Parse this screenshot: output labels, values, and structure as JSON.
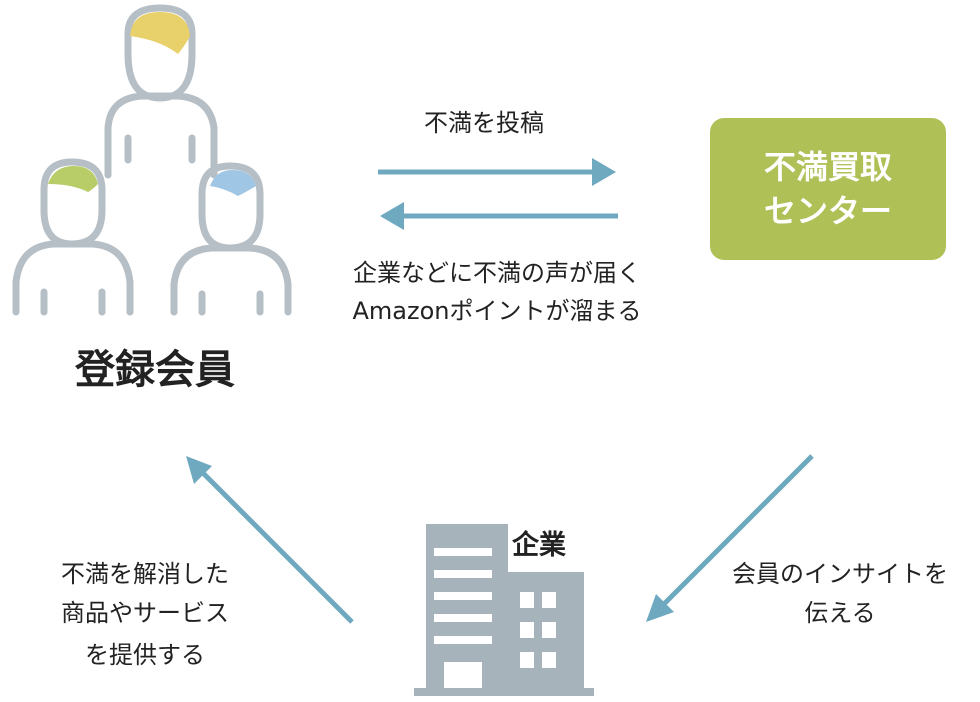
{
  "members": {
    "title": "登録会員"
  },
  "center_box": {
    "line1": "不満買取",
    "line2": "センター",
    "color": "#afc057"
  },
  "company": {
    "label": "企業",
    "color": "#a6b3ba"
  },
  "arrows": {
    "post_label": "不満を投稿",
    "return_label_line1": "企業などに不満の声が届く",
    "return_label_line2": "Amazonポイントが溜まる",
    "insight_label_line1": "会員のインサイトを",
    "insight_label_line2": "伝える",
    "provide_label_line1": "不満を解消した",
    "provide_label_line2": "商品やサービス",
    "provide_label_line3": "を提供する",
    "color": "#6fa9c0"
  },
  "people_icon": {
    "stroke_color": "#b6bfc6",
    "hair_colors": [
      "#e8d06a",
      "#b8cd68",
      "#9fc6e4"
    ]
  }
}
